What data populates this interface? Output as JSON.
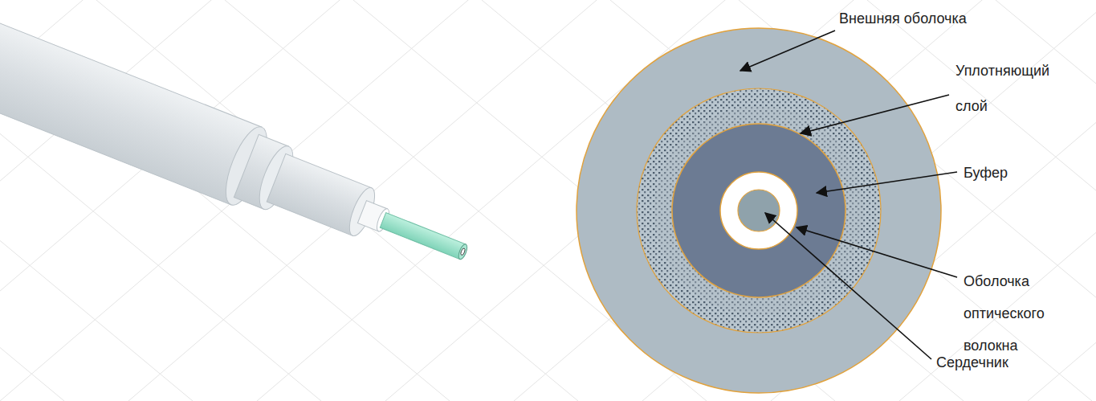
{
  "diagram": {
    "labels": [
      "Внешняя оболочка",
      "Уплотняющий слой",
      "Буфер",
      "Оболочка оптического волокна",
      "Сердечник"
    ]
  }
}
